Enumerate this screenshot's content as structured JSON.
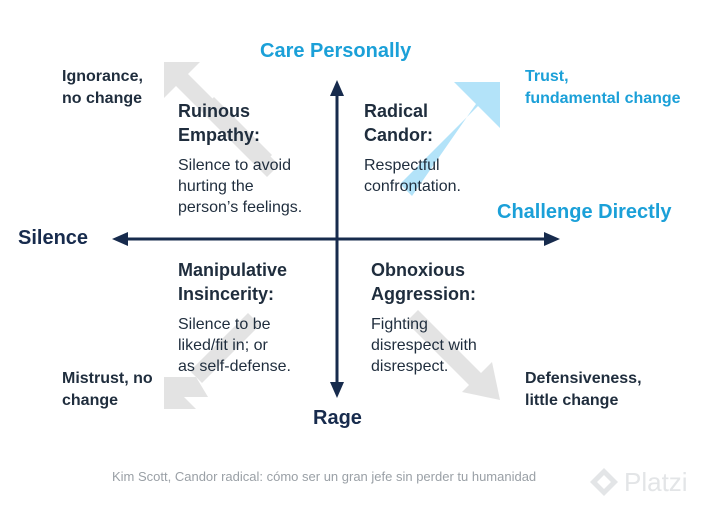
{
  "axes": {
    "top": "Care Personally",
    "right": "Challenge Directly",
    "left": "Silence",
    "bottom": "Rage"
  },
  "corners": {
    "top_left": [
      "Ignorance,",
      "no change"
    ],
    "top_right": [
      "Trust,",
      "fundamental change"
    ],
    "bottom_left": [
      "Mistrust, no",
      "change"
    ],
    "bottom_right": [
      "Defensiveness,",
      "little change"
    ]
  },
  "quadrants": {
    "top_left": {
      "title": [
        "Ruinous",
        "Empathy:"
      ],
      "desc": [
        "Silence to avoid",
        "hurting the",
        "person’s feelings."
      ]
    },
    "top_right": {
      "title": [
        "Radical",
        "Candor:"
      ],
      "desc": [
        "Respectful",
        "confrontation."
      ]
    },
    "bottom_left": {
      "title": [
        "Manipulative",
        "Insincerity:"
      ],
      "desc": [
        "Silence to be",
        "liked/fit in; or",
        "as self-defense."
      ]
    },
    "bottom_right": {
      "title": [
        "Obnoxious",
        "Aggression:"
      ],
      "desc": [
        "Fighting",
        "disrespect with",
        "disrespect."
      ]
    }
  },
  "caption": "Kim Scott, Candor radical: cómo ser un gran jefe sin perder tu humanidad",
  "logo": {
    "text": "Platzi",
    "icon": "platzi-logo-icon"
  },
  "colors": {
    "accent_blue": "#1ba0d8",
    "navy": "#172b4d",
    "text": "#1f2d3d",
    "light_blue_arrow": "#b3e3f9",
    "gray_arrow": "#e3e3e3",
    "caption": "#9aa0a6"
  }
}
